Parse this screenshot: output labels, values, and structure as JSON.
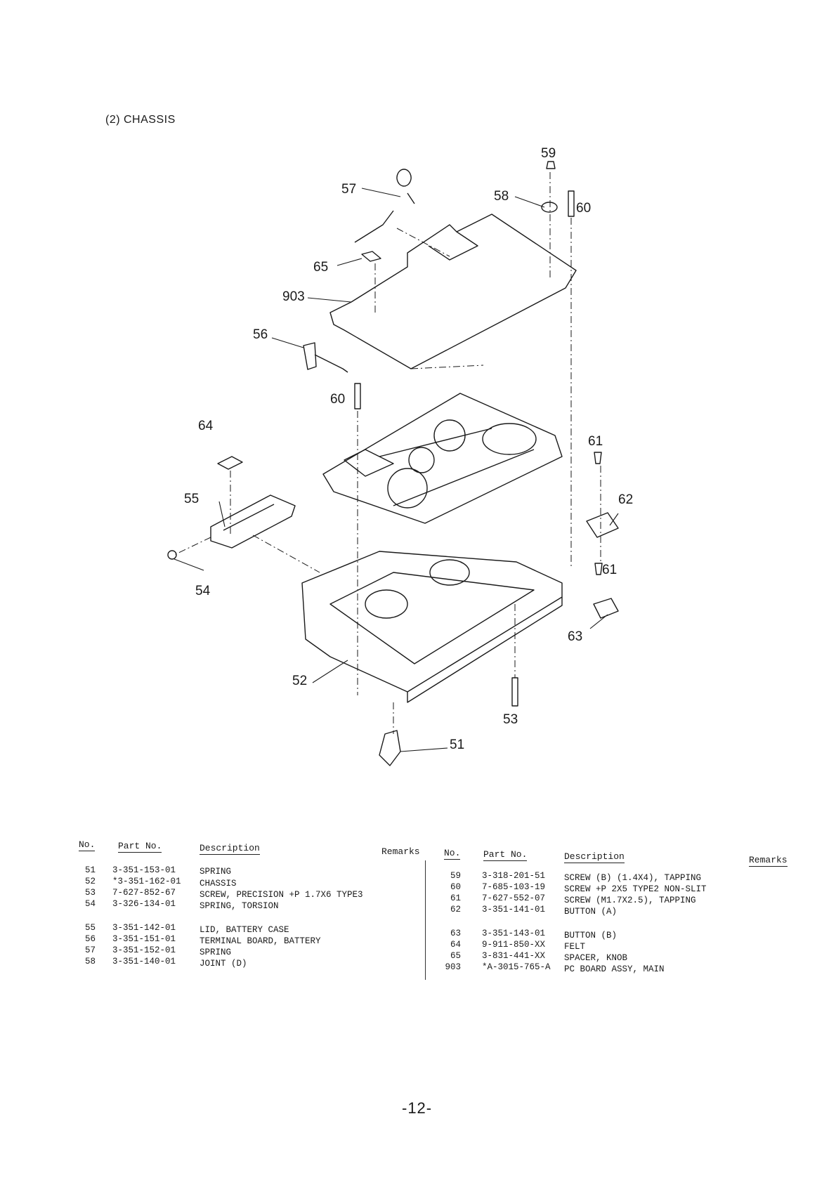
{
  "section": {
    "title": "(2) CHASSIS"
  },
  "diagram": {
    "callouts": [
      "59",
      "57",
      "58",
      "60",
      "65",
      "903",
      "56",
      "60",
      "64",
      "61",
      "62",
      "55",
      "61",
      "54",
      "63",
      "52",
      "53",
      "51"
    ]
  },
  "table_headers": {
    "no": "No.",
    "part_no": "Part No.",
    "description": "Description",
    "remarks": "Remarks"
  },
  "parts_left": [
    {
      "no": "51",
      "part_no": "3-351-153-01",
      "description": "SPRING"
    },
    {
      "no": "52",
      "part_no": "*3-351-162-01",
      "description": "CHASSIS"
    },
    {
      "no": "53",
      "part_no": "7-627-852-67",
      "description": "SCREW, PRECISION +P 1.7X6 TYPE3"
    },
    {
      "no": "54",
      "part_no": "3-326-134-01",
      "description": "SPRING, TORSION"
    },
    {
      "no": "55",
      "part_no": "3-351-142-01",
      "description": "LID, BATTERY CASE"
    },
    {
      "no": "56",
      "part_no": "3-351-151-01",
      "description": "TERMINAL BOARD, BATTERY"
    },
    {
      "no": "57",
      "part_no": "3-351-152-01",
      "description": "SPRING"
    },
    {
      "no": "58",
      "part_no": "3-351-140-01",
      "description": "JOINT (D)"
    }
  ],
  "parts_right": [
    {
      "no": "59",
      "part_no": "3-318-201-51",
      "description": "SCREW (B) (1.4X4), TAPPING"
    },
    {
      "no": "60",
      "part_no": "7-685-103-19",
      "description": "SCREW +P 2X5  TYPE2 NON-SLIT"
    },
    {
      "no": "61",
      "part_no": "7-627-552-07",
      "description": "SCREW (M1.7X2.5), TAPPING"
    },
    {
      "no": "62",
      "part_no": "3-351-141-01",
      "description": "BUTTON (A)"
    },
    {
      "no": "63",
      "part_no": "3-351-143-01",
      "description": "BUTTON (B)"
    },
    {
      "no": "64",
      "part_no": "9-911-850-XX",
      "description": "FELT"
    },
    {
      "no": "65",
      "part_no": "3-831-441-XX",
      "description": "SPACER, KNOB"
    },
    {
      "no": "903",
      "part_no": "*A-3015-765-A",
      "description": "PC BOARD ASSY, MAIN"
    }
  ],
  "page_number": "-12-"
}
